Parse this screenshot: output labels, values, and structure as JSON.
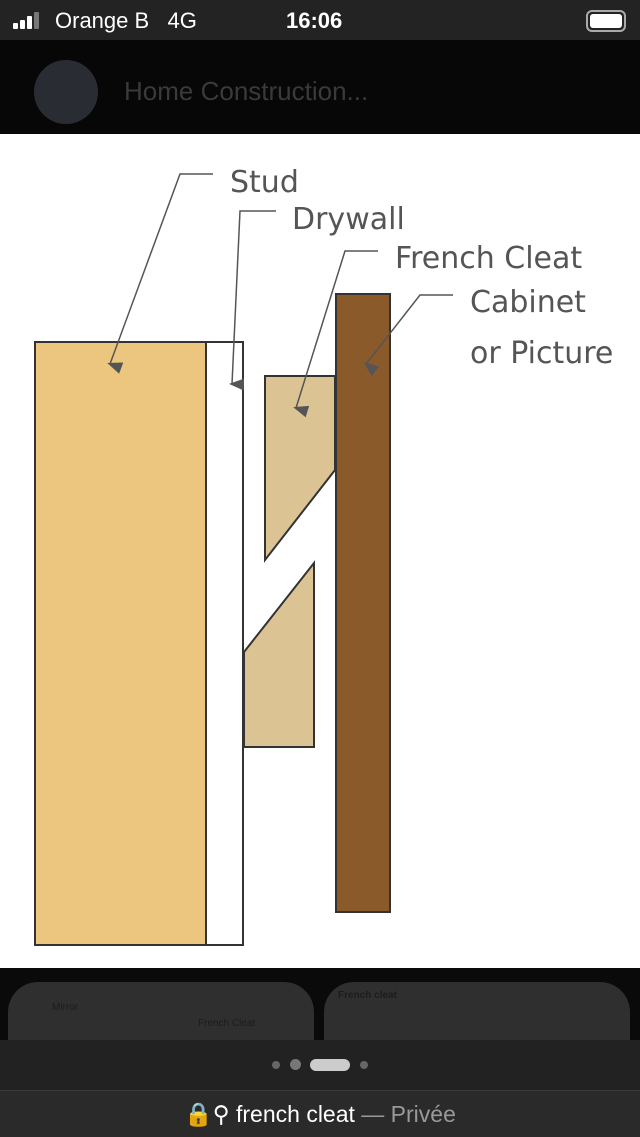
{
  "status_bar": {
    "carrier": "Orange B",
    "network": "4G",
    "time": "16:06",
    "battery_level": 1.0
  },
  "header": {
    "title": "Home Construction..."
  },
  "diagram": {
    "labels": {
      "stud": "Stud",
      "drywall": "Drywall",
      "french_cleat": "French Cleat",
      "cabinet_line1": "Cabinet",
      "cabinet_line2": "or Picture"
    },
    "colors": {
      "stud": "#ecc57f",
      "drywall": "#ffffff",
      "cleat": "#dcc394",
      "cabinet": "#8a5a2b"
    }
  },
  "thumbnails": [
    {
      "labels": [
        "Mirror",
        "French Cleat"
      ]
    },
    {
      "labels": [
        "French cleat"
      ]
    }
  ],
  "pager": {
    "count": 4,
    "active_index": 2
  },
  "address_bar": {
    "query": "french cleat",
    "mode": "— Privée"
  }
}
